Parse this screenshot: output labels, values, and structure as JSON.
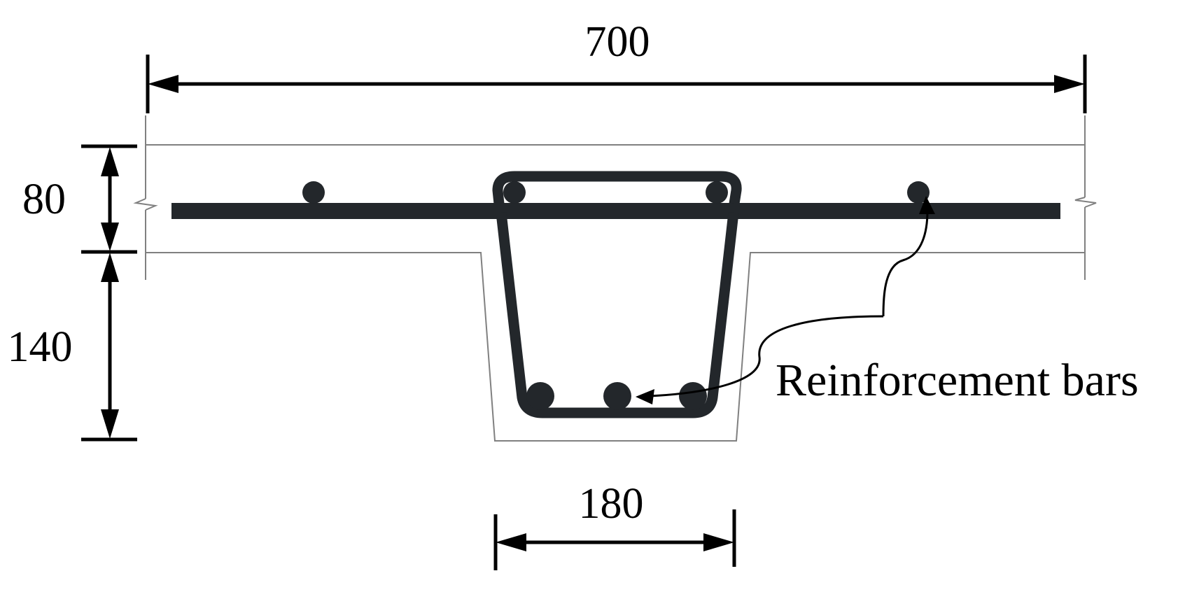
{
  "dimensions": {
    "width_label": "700",
    "flange_depth_label": "80",
    "web_depth_label": "140",
    "web_width_label": "180"
  },
  "annotation": {
    "label": "Reinforcement bars"
  },
  "colors": {
    "rebar": "#23272b",
    "outline": "#808080",
    "dimension": "#000000"
  }
}
